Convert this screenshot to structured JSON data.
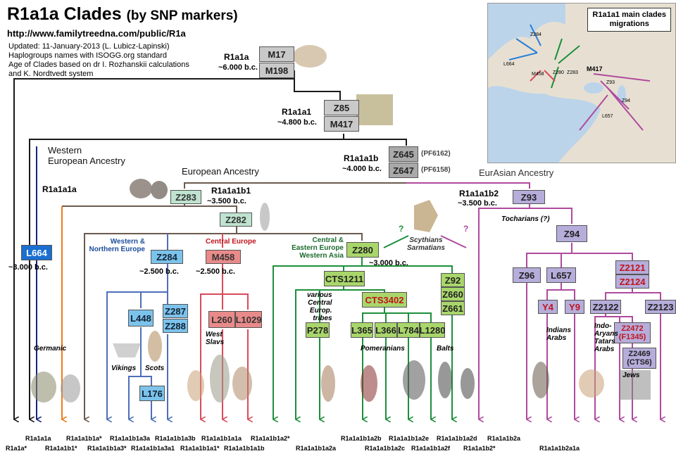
{
  "title": "R1a1a Clades",
  "subtitle": "(by SNP markers)",
  "url": "http://www.familytreedna.com/public/R1a",
  "info": "Updated: 11-January-2013 (L. Lubicz-Lapinski)\nHaplogroups names with ISOGG.org standard\nAge of Clades based on dr I. Rozhanskii calculations\nand K. Nordtvedt system",
  "map": {
    "legend": "R1a1a1 main clades\nmigrations",
    "labels": [
      "Z284",
      "L664",
      "M458",
      "Z280",
      "Z283",
      "M417",
      "Z93",
      "Z94",
      "L657"
    ]
  },
  "ancestry": {
    "western": "Western\nEuropean Ancestry",
    "european": "European Ancestry",
    "eurasian": "EurAsian Ancestry"
  },
  "nodes": {
    "r1a1a": {
      "name": "R1a1a",
      "date": "~6.000 b.c.",
      "m1": "M17",
      "m2": "M198"
    },
    "r1a1a1": {
      "name": "R1a1a1",
      "date": "~4.800 b.c.",
      "m1": "Z85",
      "m2": "M417"
    },
    "r1a1a1a": {
      "name": "R1a1a1a"
    },
    "r1a1a1b": {
      "name": "R1a1a1b",
      "date": "~4.000 b.c.",
      "m1": "Z645",
      "m2": "Z647",
      "p1": "(PF6162)",
      "p2": "(PF6158)"
    },
    "r1a1a1b1": {
      "name": "R1a1a1b1",
      "date": "~3.500 b.c.",
      "m": "Z283"
    },
    "z282": "Z282",
    "l664": {
      "m": "L664",
      "date": "~3.000 b.c."
    },
    "z284": {
      "m": "Z284",
      "date": "~2.500 b.c.",
      "region": "Western &\nNorthern Europe"
    },
    "m458": {
      "m": "M458",
      "date": "~2.500 b.c.",
      "region": "Central Europe"
    },
    "z280": {
      "m": "Z280",
      "date": "~3.000 b.c.",
      "region": "Central &\nEastern Europe\nWestern Asia"
    },
    "r1a1a1b2": {
      "name": "R1a1a1b2",
      "date": "~3.500 b.c.",
      "m": "Z93"
    },
    "z94": "Z94",
    "tocharians": "Tocharians (?)",
    "scythians": "Scythians\nSarmatians",
    "q": "?"
  },
  "small_boxes": {
    "l448": "L448",
    "z287": "Z287",
    "z288": "Z288",
    "l176": "L176",
    "l260": "L260",
    "l1029": "L1029",
    "cts1211": "CTS1211",
    "cts3402": "CTS3402",
    "p278": "P278",
    "l365": "L365",
    "l366": "L366",
    "l784": "L784",
    "l1280": "L1280",
    "z92": "Z92",
    "z660": "Z660",
    "z661": "Z661",
    "z96": "Z96",
    "l657": "L657",
    "y4": "Y4",
    "y9": "Y9",
    "z2121": "Z2121",
    "z2124": "Z2124",
    "z2122": "Z2122",
    "z2123": "Z2123",
    "z2472": "Z2472\n(F1345)",
    "z2469": "Z2469\n(CTS6)"
  },
  "notes": {
    "germanic": "Germanic",
    "vikings": "Vikings",
    "scots": "Scots",
    "west_slavs": "West\nSlavs",
    "central_tribes": "various\nCentral\nEurop.\ntribes",
    "pomeranians": "Pomeranians",
    "balts": "Balts",
    "indians_arabs": "Indians\nArabs",
    "indo_aryans": "Indo-\nAryans\nTatars\nArabs",
    "jews": "Jews"
  },
  "tips": [
    {
      "label": "R1a1a*",
      "row": 2
    },
    {
      "label": "R1a1a1a",
      "row": 1
    },
    {
      "label": "R1a1a1b1*",
      "row": 2
    },
    {
      "label": "R1a1a1b1a*",
      "row": 1
    },
    {
      "label": "R1a1a1b1a3*",
      "row": 2
    },
    {
      "label": "R1a1a1b1a3a",
      "row": 1
    },
    {
      "label": "R1a1a1b1a3a1",
      "row": 2
    },
    {
      "label": "R1a1a1b1a3b",
      "row": 1
    },
    {
      "label": "R1a1a1b1a1*",
      "row": 2
    },
    {
      "label": "R1a1a1b1a1a",
      "row": 1
    },
    {
      "label": "R1a1a1b1a1b",
      "row": 2
    },
    {
      "label": "R1a1a1b1a2*",
      "row": 1
    },
    {
      "label": "R1a1a1b1a2a",
      "row": 2
    },
    {
      "label": "R1a1a1b1a2b",
      "row": 1
    },
    {
      "label": "R1a1a1b1a2c",
      "row": 2
    },
    {
      "label": "R1a1a1b1a2e",
      "row": 1
    },
    {
      "label": "R1a1a1b1a2f",
      "row": 2
    },
    {
      "label": "R1a1a1b1a2d",
      "row": 1
    },
    {
      "label": "R1a1a1b2*",
      "row": 2
    },
    {
      "label": "R1a1a1b2a",
      "row": 1
    },
    {
      "label": "R1a1a1b2a1a",
      "row": 2
    }
  ],
  "colors": {
    "black": "#1a1a1a",
    "navy": "#16247a",
    "orange": "#f07a1a",
    "brown": "#6b5a4e",
    "blue": "#4d6fb8",
    "red": "#d94a5a",
    "green": "#1c8f3a",
    "purple": "#b04a9e"
  }
}
